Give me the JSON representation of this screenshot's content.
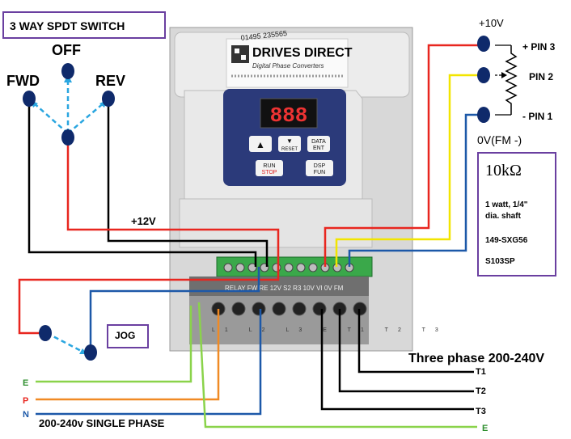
{
  "switch_box": {
    "title": "3 WAY SPDT SWITCH"
  },
  "switch": {
    "off": "OFF",
    "fwd": "FWD",
    "rev": "REV"
  },
  "jog": {
    "label": "JOG"
  },
  "voltage": {
    "plus12": "+12V",
    "plus10": "+10V",
    "zero": "0V(FM -)"
  },
  "pot": {
    "pin3": "+ PIN 3",
    "pin2": "PIN 2",
    "pin1": "- PIN 1"
  },
  "spec": {
    "resistance": "10kΩ",
    "line1": "1 watt, 1/4\"",
    "line2": "dia. shaft",
    "line3": "149-SXG56",
    "line4": "S103SP"
  },
  "drive": {
    "brand": "DRIVES DIRECT",
    "tagline": "Digital Phase Converters",
    "handwritten": "01495 235565",
    "display": "888",
    "buttons": {
      "up": "▲",
      "down": "▼",
      "reset": "RESET",
      "data": "DATA",
      "ent": "ENT",
      "run": "RUN",
      "stop": "STOP",
      "dsp": "DSP",
      "fun": "FUN"
    },
    "terminals_top": "RELAY FW RE 12V S2 R3 10V VI 0V FM",
    "terminals_bottom": "L1 L2 L3 E T1 T2 T3"
  },
  "output": {
    "title": "Three phase 200-240V",
    "t1": "T1",
    "t2": "T2",
    "t3": "T3",
    "e": "E"
  },
  "input": {
    "e": "E",
    "p": "P",
    "n": "N",
    "title": "200-240v  SINGLE PHASE"
  },
  "colors": {
    "red": "#e8261f",
    "black": "#000000",
    "yellow": "#f2e500",
    "blue": "#1c58a8",
    "light_blue": "#2aa6e0",
    "green": "#8ad34a",
    "orange": "#f08a24",
    "box_border": "#6a3fa0",
    "node": "#0f2a6b"
  }
}
